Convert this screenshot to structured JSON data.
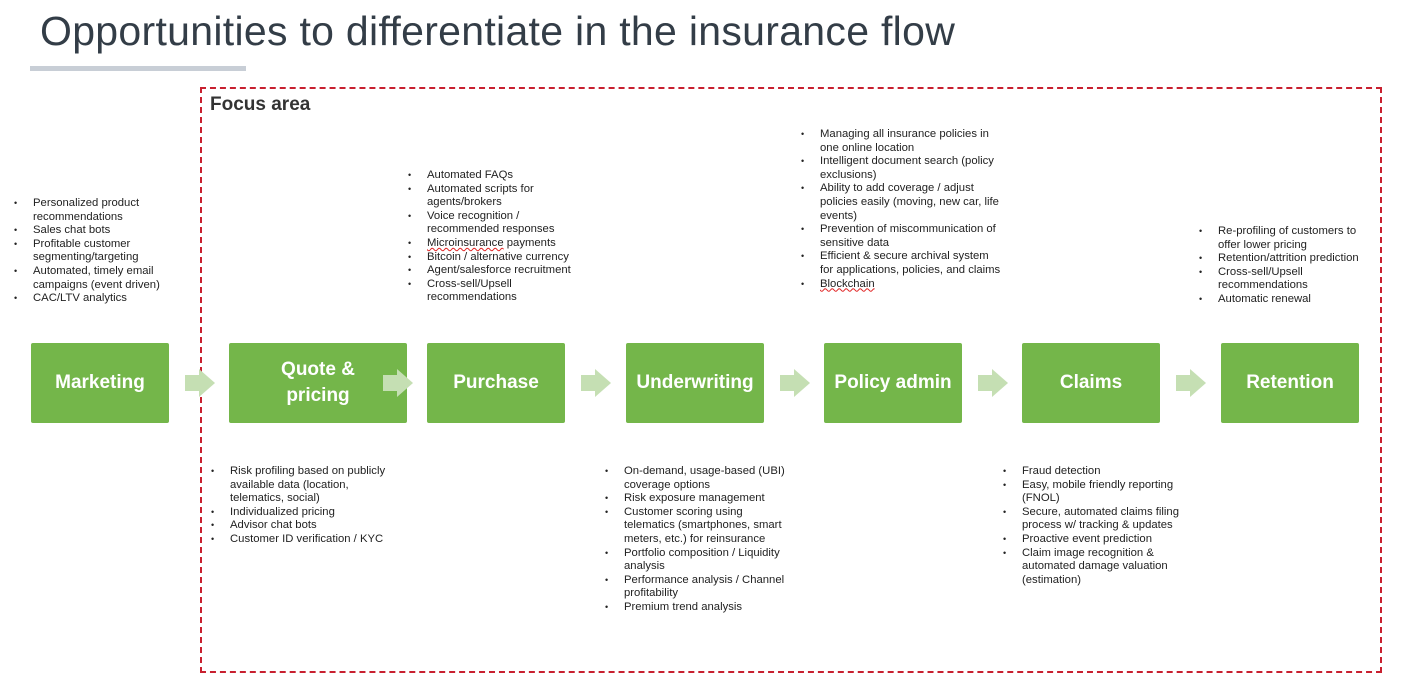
{
  "title": "Opportunities to differentiate in the insurance flow",
  "focus_label": "Focus area",
  "colors": {
    "step": "#74b64a",
    "arrow": "#c5dfb3",
    "focus_border": "#c8202f"
  },
  "steps": [
    {
      "label": "Marketing",
      "items": [
        "Personalized product recommendations",
        "Sales chat bots",
        "Profitable customer segmenting/targeting",
        "Automated, timely email campaigns (event driven)",
        "CAC/LTV analytics"
      ]
    },
    {
      "label": "Quote & pricing",
      "items": [
        "Risk profiling based on publicly available data (location, telematics, social)",
        "Individualized pricing",
        "Advisor chat bots",
        "Customer ID verification / KYC"
      ]
    },
    {
      "label": "Purchase",
      "items": [
        "Automated FAQs",
        "Automated scripts for agents/brokers",
        "Voice recognition / recommended responses",
        "Microinsurance payments",
        "Bitcoin / alternative currency",
        "Agent/salesforce recruitment",
        "Cross-sell/Upsell recommendations"
      ]
    },
    {
      "label": "Underwriting",
      "items": [
        "On-demand, usage-based (UBI) coverage options",
        "Risk exposure management",
        "Customer scoring using telematics (smartphones, smart meters, etc.) for reinsurance",
        "Portfolio composition / Liquidity analysis",
        "Performance analysis / Channel profitability",
        "Premium trend analysis"
      ]
    },
    {
      "label": "Policy admin",
      "items": [
        "Managing all insurance policies in one online location",
        "Intelligent document search (policy exclusions)",
        "Ability to add coverage / adjust policies easily (moving, new car, life events)",
        "Prevention of miscommunication of sensitive data",
        "Efficient & secure archival system for applications, policies, and claims",
        "Blockchain"
      ]
    },
    {
      "label": "Claims",
      "items": [
        "Fraud detection",
        "Easy, mobile friendly reporting (FNOL)",
        "Secure, automated claims filing process w/ tracking & updates",
        "Proactive event prediction",
        "Claim image recognition & automated damage valuation (estimation)"
      ]
    },
    {
      "label": "Retention",
      "items": [
        "Re-profiling of customers to offer lower pricing",
        "Retention/attrition prediction",
        "Cross-sell/Upsell recommendations",
        "Automatic renewal"
      ]
    }
  ]
}
